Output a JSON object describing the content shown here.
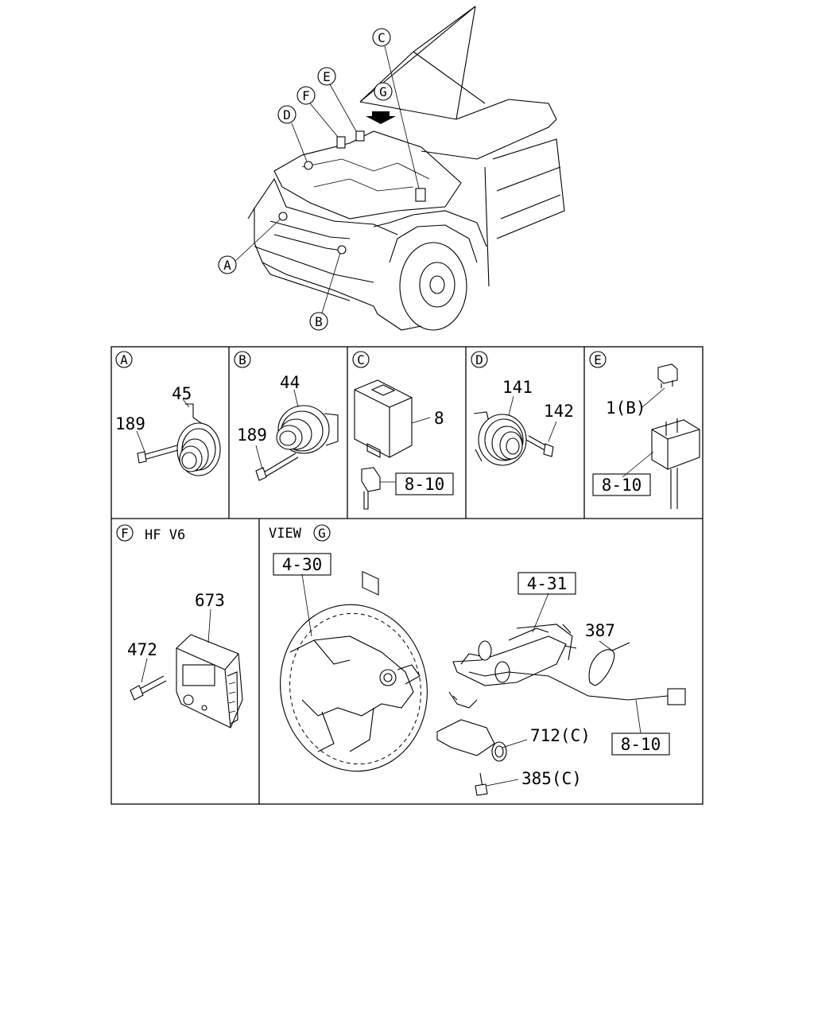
{
  "overview": {
    "callouts": [
      "A",
      "B",
      "C",
      "D",
      "E",
      "F",
      "G"
    ]
  },
  "panels": {
    "A": {
      "letter": "A",
      "parts": [
        "45",
        "189"
      ]
    },
    "B": {
      "letter": "B",
      "parts": [
        "44",
        "189"
      ]
    },
    "C": {
      "letter": "C",
      "parts": [
        "8"
      ],
      "ref": "8-10"
    },
    "D": {
      "letter": "D",
      "parts": [
        "141",
        "142"
      ]
    },
    "E": {
      "letter": "E",
      "parts": [
        "1(B)"
      ],
      "ref": "8-10"
    },
    "F": {
      "letter": "F",
      "title": "HF V6",
      "parts": [
        "673",
        "472"
      ]
    },
    "G": {
      "prefix": "VIEW",
      "letter": "G",
      "refs": [
        "4-30",
        "4-31",
        "8-10"
      ],
      "parts": [
        "387",
        "712(C)",
        "385(C)"
      ]
    }
  }
}
